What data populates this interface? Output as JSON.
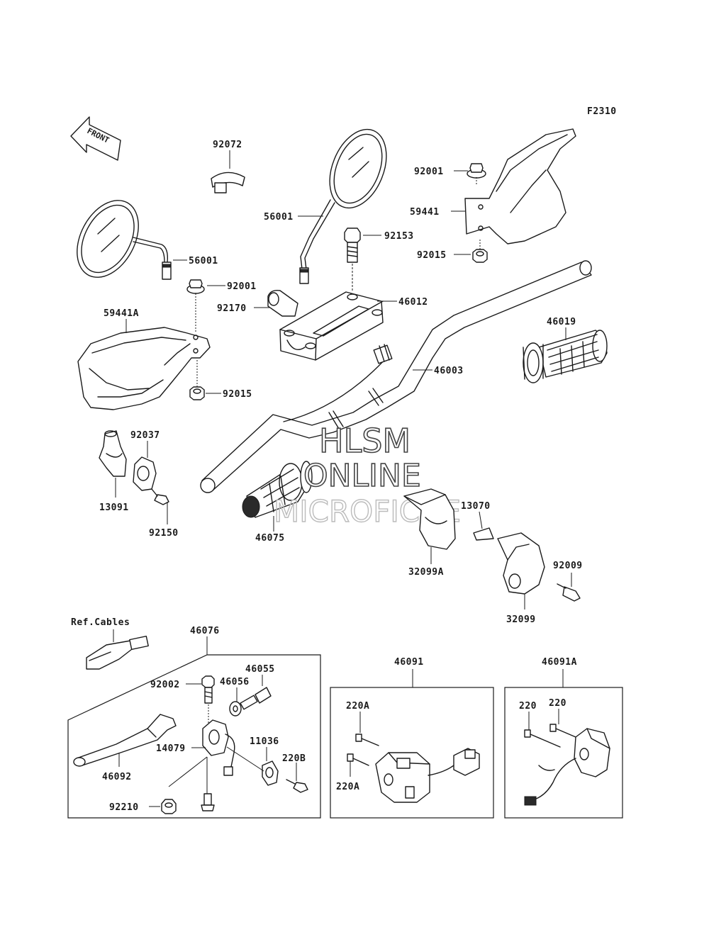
{
  "diagram_code": "F2310",
  "front_label": "FRONT",
  "watermark": {
    "line1": "HLSM",
    "line2": "ONLINE",
    "line3": "MICROFICHE"
  },
  "parts": {
    "p92072": "92072",
    "p56001_right": "56001",
    "p56001_left": "56001",
    "p92001_right": "92001",
    "p59441": "59441",
    "p92153": "92153",
    "p92015_right": "92015",
    "p92001_left": "92001",
    "p92170": "92170",
    "p46012": "46012",
    "p59441A": "59441A",
    "p46019": "46019",
    "p46003": "46003",
    "p92015_left": "92015",
    "p92037": "92037",
    "p13091": "13091",
    "p92150": "92150",
    "p46075": "46075",
    "p13070": "13070",
    "p32099A": "32099A",
    "p92009": "92009",
    "p32099": "32099",
    "ref_cables": "Ref.Cables",
    "p46076": "46076",
    "p92002": "92002",
    "p46055": "46055",
    "p46056": "46056",
    "p14079": "14079",
    "p11036": "11036",
    "p220B": "220B",
    "p46092": "46092",
    "p92210": "92210",
    "p46091": "46091",
    "p220A_top": "220A",
    "p220A_bottom": "220A",
    "p46091A": "46091A",
    "p220_left": "220",
    "p220_right": "220"
  }
}
